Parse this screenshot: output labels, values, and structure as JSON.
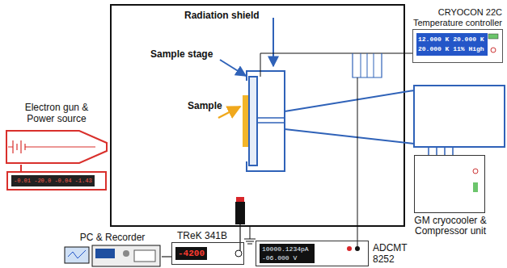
{
  "diagram": {
    "nodes": [
      {
        "text": [
          "Electron gun & Power source"
        ]
      },
      {
        "text": [
          "-0.01 -20.0 -0.04 -1.43"
        ]
      },
      {
        "text": [
          "CRYOCON 22C Temperature controller",
          "12.000 K 20.000 K 20.000 K 11% High"
        ]
      },
      {
        "text": [
          "GM cryocooler & Compressor unit"
        ]
      },
      {
        "text": [
          "TReK 341B",
          "-4200"
        ]
      },
      {
        "text": [
          "ADCMT 8252",
          "10000.1234pA -06.000 V"
        ]
      },
      {
        "text": [
          "PC & Recorder"
        ]
      }
    ],
    "edges": [
      {
        "from": 0,
        "to": 1,
        "arrow": "none"
      },
      {
        "from": 6,
        "to": 4,
        "arrow": "none"
      }
    ],
    "labels": [
      "Radiation shield",
      "Sample stage",
      "Sample"
    ]
  }
}
